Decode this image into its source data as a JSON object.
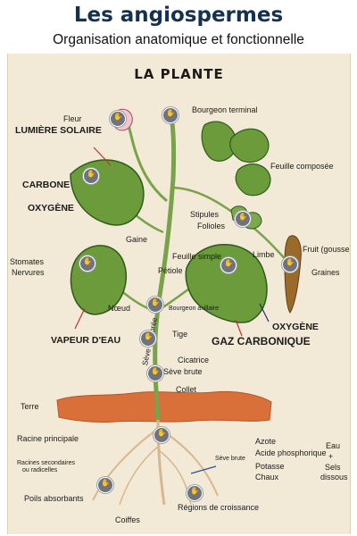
{
  "header": {
    "title": "Les angiospermes",
    "subtitle": "Organisation anatomique et fonctionnelle"
  },
  "poster": {
    "title": "LA PLANTE",
    "labels": {
      "fleur": "Fleur",
      "bourgeon_terminal": "Bourgeon terminal",
      "lumiere_solaire": "LUMIÈRE SOLAIRE",
      "feuille_composee": "Feuille composée",
      "carbone": "CARBONE",
      "oxygene_left": "OXYGÈNE",
      "stipules": "Stipules",
      "folioles": "Folioles",
      "gaine": "Gaine",
      "feuille_simple": "Feuille simple",
      "limbe": "Limbe",
      "fruit": "Fruit (gousse)",
      "stomates": "Stomates",
      "nervures": "Nervures",
      "petiole": "Pétiole",
      "graines": "Graines",
      "noeud": "Nœud",
      "bourgeon_axillaire": "Bourgeon axillaire",
      "oxygene_right": "OXYGÈNE",
      "vapeur": "VAPEUR D'EAU",
      "gaz_carbonique": "GAZ CARBONIQUE",
      "tige": "Tige",
      "seve_elaboree": "Sève élaborée",
      "cicatrice": "Cicatrice",
      "seve_brute": "Sève brute",
      "collet": "Collet",
      "terre": "Terre",
      "racine_principale": "Racine principale",
      "azote": "Azote",
      "acide_phosphorique": "Acide phosphorique",
      "potasse": "Potasse",
      "chaux": "Chaux",
      "seve_brute_root": "Sève brute",
      "eau": "Eau",
      "plus": "+",
      "sels": "Sels",
      "dissous": "dissous",
      "racines_secondaires_1": "Racines secondaires",
      "racines_secondaires_2": "ou radicelles",
      "poils_absorbants": "Poils absorbants",
      "regions_croissance": "Régions de croissance",
      "coiffes": "Coiffes"
    }
  },
  "colors": {
    "title": "#14324f",
    "paper": "#f2ead6",
    "leaf": "#6b9b3a",
    "leaf_dark": "#2f5a1c",
    "stem": "#7aa24a",
    "soil": "#d9703a",
    "root": "#d8b78e",
    "pod": "#9b6a2a",
    "arrow_red": "#c9302c",
    "hotspot": "#6f737b"
  },
  "icons": {
    "hotspot": "hand-pointer-icon"
  }
}
